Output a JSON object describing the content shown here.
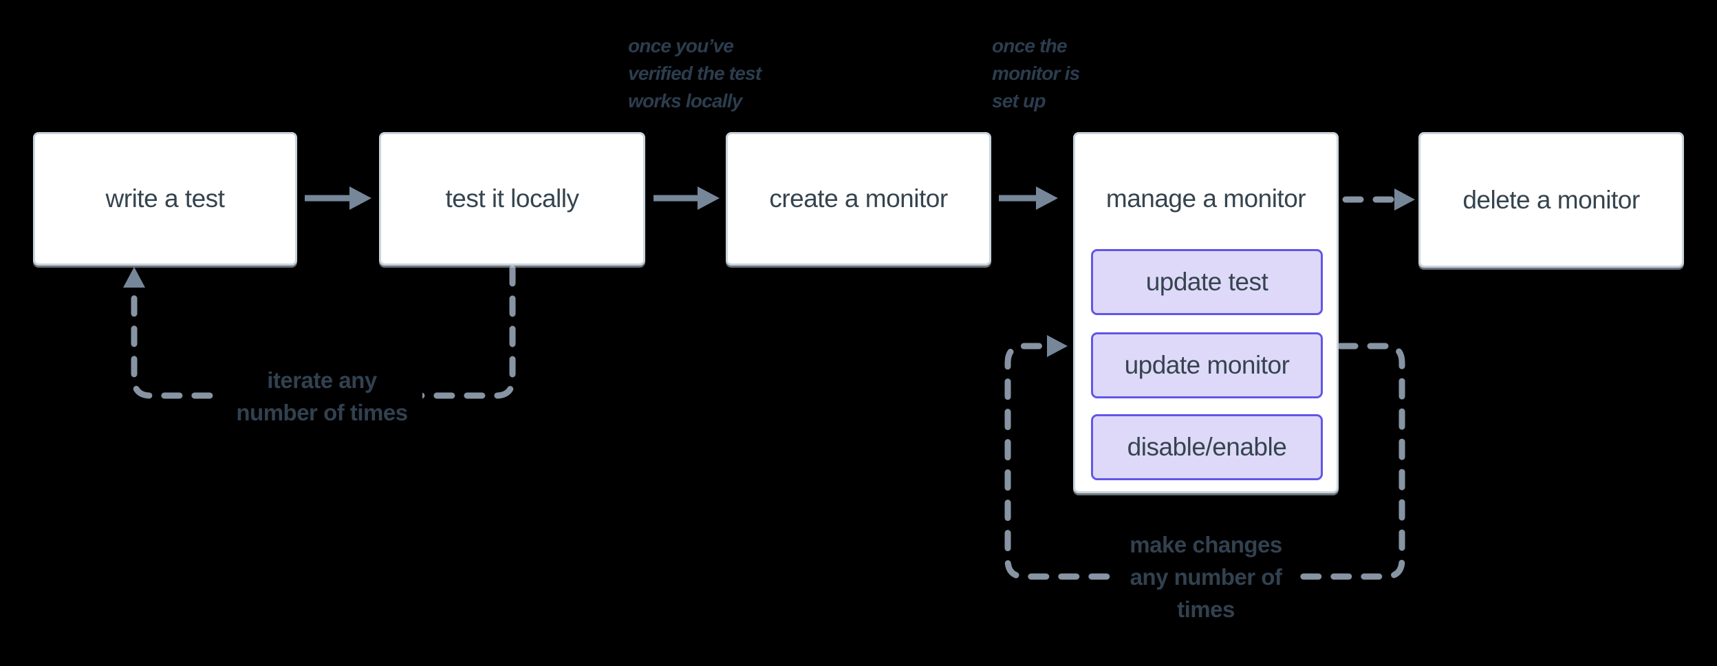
{
  "nodes": {
    "write_test": "write a test",
    "test_locally": "test it locally",
    "create_monitor": "create a monitor",
    "manage_monitor": "manage a monitor",
    "update_test": "update test",
    "update_monitor": "update monitor",
    "disable_enable": "disable/enable",
    "delete_monitor": "delete a monitor"
  },
  "annotations": {
    "verified": {
      "line1": "once you’ve",
      "line2": "verified the test",
      "line3": "works locally"
    },
    "setup": {
      "line1": "once the",
      "line2": "monitor is",
      "line3": "set up"
    }
  },
  "loop_labels": {
    "iterate": {
      "line1": "iterate any",
      "line2": "number of times"
    },
    "make_changes": {
      "line1": "make changes",
      "line2": "any number of",
      "line3": "times"
    }
  },
  "colors": {
    "background": "#000000",
    "node_fill": "#ffffff",
    "node_border": "#c9d4dd",
    "node_text": "#35444f",
    "button_fill": "#ded9f9",
    "button_border": "#6156e6",
    "solid_arrow": "#76879a",
    "dashed_line": "#8794a3",
    "annotation_text": "#2c3d4e",
    "loop_label_text": "#32414f"
  }
}
